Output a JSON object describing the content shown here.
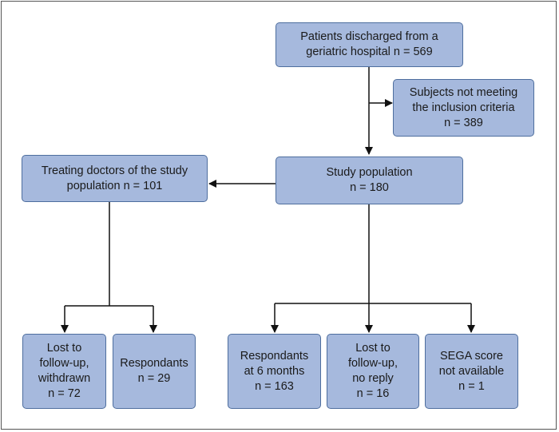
{
  "flowchart": {
    "nodes": {
      "discharged": {
        "lines": [
          "Patients discharged from a",
          "geriatric hospital n = 569"
        ]
      },
      "excluded": {
        "lines": [
          "Subjects not meeting",
          "the inclusion criteria",
          "n = 389"
        ]
      },
      "study_population": {
        "lines": [
          "Study population",
          "n = 180"
        ]
      },
      "doctors": {
        "lines": [
          "Treating doctors of the study",
          "population n = 101"
        ]
      },
      "doctors_lost": {
        "lines": [
          "Lost to",
          "follow-up,",
          "withdrawn",
          "n = 72"
        ]
      },
      "doctors_respondants": {
        "lines": [
          "Respondants",
          "n = 29"
        ]
      },
      "respondants_6m": {
        "lines": [
          "Respondants",
          "at 6 months",
          "n = 163"
        ]
      },
      "patients_lost": {
        "lines": [
          "Lost to",
          "follow-up,",
          "no reply",
          "n = 16"
        ]
      },
      "sega_na": {
        "lines": [
          "SEGA score",
          "not available",
          "n = 1"
        ]
      }
    },
    "colors": {
      "box_fill": "#a6b9dd",
      "box_border": "#4e6e9e",
      "connector": "#111111"
    }
  }
}
